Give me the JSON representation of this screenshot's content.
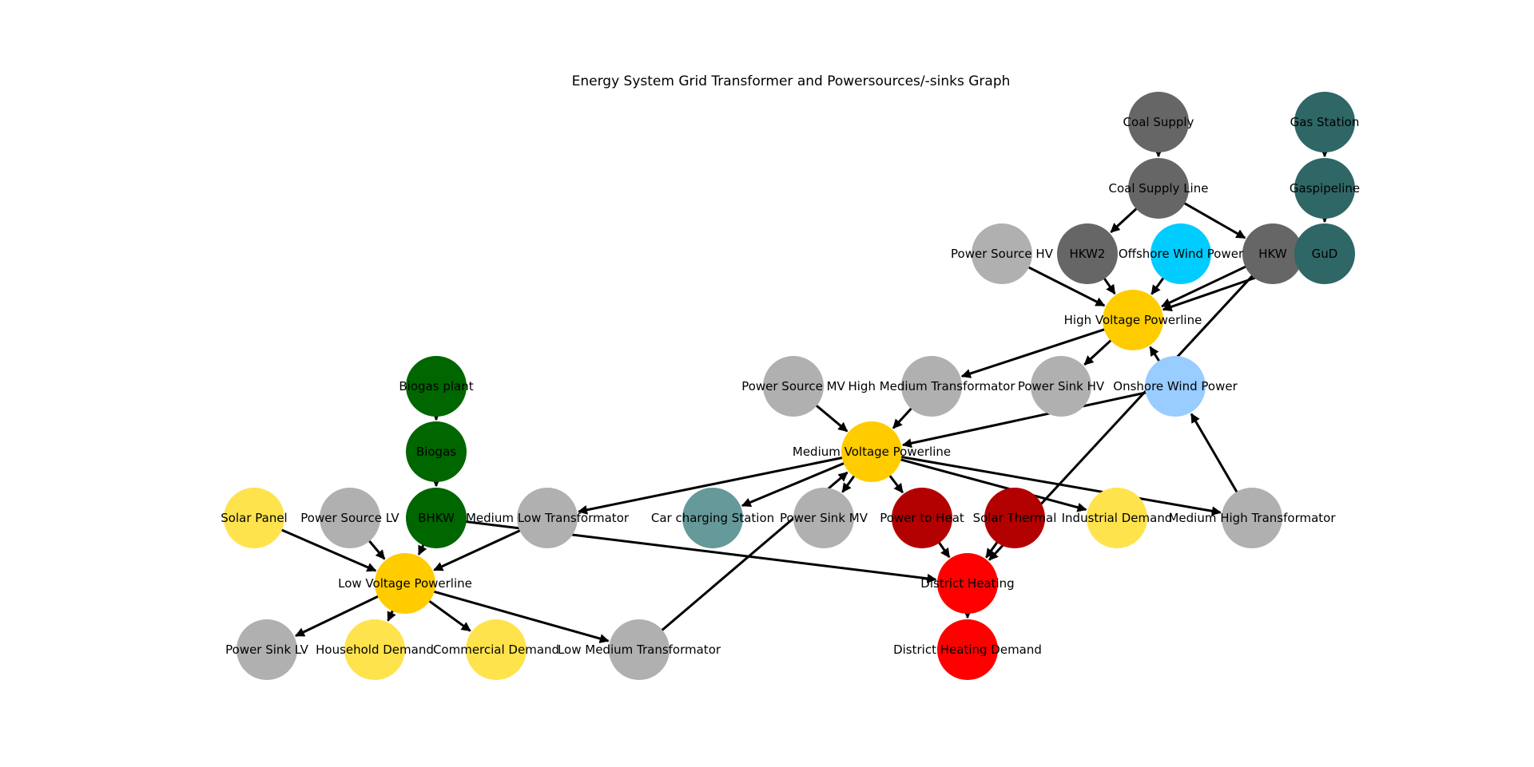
{
  "title": "Energy System Grid Transformer and Powersources/-sinks Graph",
  "colors": {
    "background": "#ffffff",
    "edge": "#000000",
    "label": "#000000"
  },
  "nodes": [
    {
      "id": "coal-supply",
      "label": "Coal Supply",
      "color": "#666666"
    },
    {
      "id": "gas-station",
      "label": "Gas Station",
      "color": "#2f6666"
    },
    {
      "id": "coal-supply-line",
      "label": "Coal Supply Line",
      "color": "#666666"
    },
    {
      "id": "gaspipeline",
      "label": "Gaspipeline",
      "color": "#2f6666"
    },
    {
      "id": "power-source-hv",
      "label": "Power Source HV",
      "color": "#b0b0b0"
    },
    {
      "id": "hkw2",
      "label": "HKW2",
      "color": "#666666"
    },
    {
      "id": "offshore-wind-power",
      "label": "Offshore Wind Power",
      "color": "#00ccff"
    },
    {
      "id": "hkw",
      "label": "HKW",
      "color": "#666666"
    },
    {
      "id": "gud",
      "label": "GuD",
      "color": "#2f6666"
    },
    {
      "id": "high-voltage-powerline",
      "label": "High Voltage Powerline",
      "color": "#ffcc00"
    },
    {
      "id": "biogas-plant",
      "label": "Biogas plant",
      "color": "#006600"
    },
    {
      "id": "power-source-mv",
      "label": "Power Source MV",
      "color": "#b0b0b0"
    },
    {
      "id": "high-medium-transformator",
      "label": "High Medium Transformator",
      "color": "#b0b0b0"
    },
    {
      "id": "power-sink-hv",
      "label": "Power Sink HV",
      "color": "#b0b0b0"
    },
    {
      "id": "onshore-wind-power",
      "label": "Onshore Wind Power",
      "color": "#99ccff"
    },
    {
      "id": "biogas",
      "label": "Biogas",
      "color": "#006600"
    },
    {
      "id": "medium-voltage-powerline",
      "label": "Medium Voltage Powerline",
      "color": "#ffcc00"
    },
    {
      "id": "solar-panel",
      "label": "Solar Panel",
      "color": "#ffe34d"
    },
    {
      "id": "power-source-lv",
      "label": "Power Source LV",
      "color": "#b0b0b0"
    },
    {
      "id": "bhkw",
      "label": "BHKW",
      "color": "#006600"
    },
    {
      "id": "medium-low-transformator",
      "label": "Medium Low Transformator",
      "color": "#b0b0b0"
    },
    {
      "id": "car-charging-station",
      "label": "Car charging Station",
      "color": "#669999"
    },
    {
      "id": "power-sink-mv",
      "label": "Power Sink MV",
      "color": "#b0b0b0"
    },
    {
      "id": "power-to-heat",
      "label": "Power to Heat",
      "color": "#b30000"
    },
    {
      "id": "solar-thermal",
      "label": "Solar Thermal",
      "color": "#b30000"
    },
    {
      "id": "industrial-demand",
      "label": "Industrial Demand",
      "color": "#ffe34d"
    },
    {
      "id": "medium-high-transformator",
      "label": "Medium High Transformator",
      "color": "#b0b0b0"
    },
    {
      "id": "low-voltage-powerline",
      "label": "Low Voltage Powerline",
      "color": "#ffcc00"
    },
    {
      "id": "district-heating",
      "label": "District Heating",
      "color": "#ff0000"
    },
    {
      "id": "power-sink-lv",
      "label": "Power Sink LV",
      "color": "#b0b0b0"
    },
    {
      "id": "household-demand",
      "label": "Household Demand",
      "color": "#ffe34d"
    },
    {
      "id": "commercial-demand",
      "label": "Commercial Demand",
      "color": "#ffe34d"
    },
    {
      "id": "low-medium-transformator",
      "label": "Low Medium Transformator",
      "color": "#b0b0b0"
    },
    {
      "id": "district-heating-demand",
      "label": "District Heating Demand",
      "color": "#ff0000"
    }
  ],
  "edges": [
    {
      "from": "coal-supply",
      "to": "coal-supply-line"
    },
    {
      "from": "coal-supply-line",
      "to": "hkw2"
    },
    {
      "from": "coal-supply-line",
      "to": "hkw"
    },
    {
      "from": "gas-station",
      "to": "gaspipeline"
    },
    {
      "from": "gaspipeline",
      "to": "gud"
    },
    {
      "from": "power-source-hv",
      "to": "high-voltage-powerline"
    },
    {
      "from": "hkw2",
      "to": "high-voltage-powerline"
    },
    {
      "from": "offshore-wind-power",
      "to": "high-voltage-powerline"
    },
    {
      "from": "hkw",
      "to": "high-voltage-powerline"
    },
    {
      "from": "gud",
      "to": "high-voltage-powerline"
    },
    {
      "from": "onshore-wind-power",
      "to": "high-voltage-powerline"
    },
    {
      "from": "high-voltage-powerline",
      "to": "high-medium-transformator"
    },
    {
      "from": "high-voltage-powerline",
      "to": "power-sink-hv"
    },
    {
      "from": "hkw",
      "to": "district-heating"
    },
    {
      "from": "biogas-plant",
      "to": "biogas"
    },
    {
      "from": "biogas",
      "to": "bhkw"
    },
    {
      "from": "power-source-mv",
      "to": "medium-voltage-powerline"
    },
    {
      "from": "high-medium-transformator",
      "to": "medium-voltage-powerline"
    },
    {
      "from": "onshore-wind-power",
      "to": "medium-voltage-powerline"
    },
    {
      "from": "medium-voltage-powerline",
      "to": "medium-low-transformator"
    },
    {
      "from": "medium-voltage-powerline",
      "to": "car-charging-station"
    },
    {
      "from": "medium-voltage-powerline",
      "to": "power-sink-mv"
    },
    {
      "from": "medium-voltage-powerline",
      "to": "power-to-heat"
    },
    {
      "from": "medium-voltage-powerline",
      "to": "industrial-demand"
    },
    {
      "from": "medium-voltage-powerline",
      "to": "medium-high-transformator"
    },
    {
      "from": "medium-high-transformator",
      "to": "onshore-wind-power"
    },
    {
      "from": "low-medium-transformator",
      "to": "medium-voltage-powerline"
    },
    {
      "from": "solar-panel",
      "to": "low-voltage-powerline"
    },
    {
      "from": "power-source-lv",
      "to": "low-voltage-powerline"
    },
    {
      "from": "bhkw",
      "to": "low-voltage-powerline"
    },
    {
      "from": "bhkw",
      "to": "district-heating"
    },
    {
      "from": "medium-low-transformator",
      "to": "low-voltage-powerline"
    },
    {
      "from": "low-voltage-powerline",
      "to": "power-sink-lv"
    },
    {
      "from": "low-voltage-powerline",
      "to": "household-demand"
    },
    {
      "from": "low-voltage-powerline",
      "to": "commercial-demand"
    },
    {
      "from": "low-voltage-powerline",
      "to": "low-medium-transformator"
    },
    {
      "from": "power-to-heat",
      "to": "district-heating"
    },
    {
      "from": "solar-thermal",
      "to": "district-heating"
    },
    {
      "from": "district-heating",
      "to": "district-heating-demand"
    }
  ]
}
